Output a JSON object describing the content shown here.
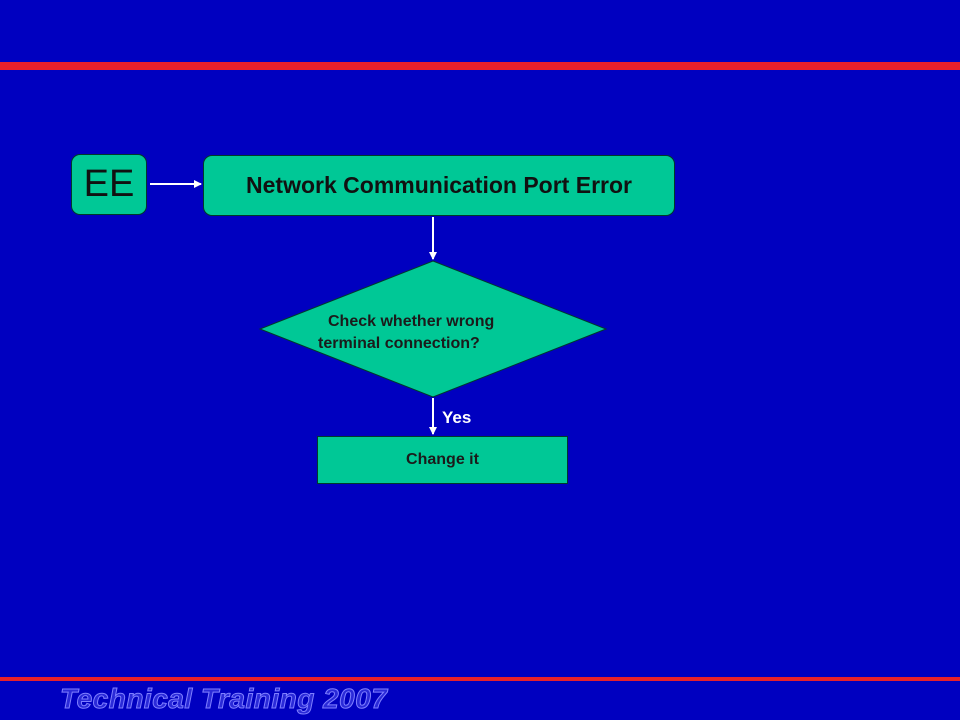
{
  "flowchart": {
    "code": "EE",
    "title": "Network Communication Port Error",
    "decision_line1": "Check whether wrong",
    "decision_line2": "terminal connection?",
    "yes_label": "Yes",
    "action": "Change it"
  },
  "footer": {
    "text": "Technical Training 2007"
  },
  "colors": {
    "background": "#0000c0",
    "stripe": "#e8202a",
    "node_fill": "#00c896",
    "arrow": "#ffffff"
  }
}
